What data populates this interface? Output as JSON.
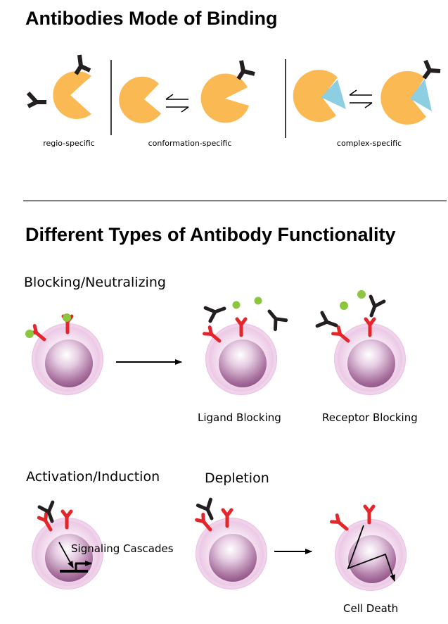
{
  "binding_section": {
    "title": "Antibodies Mode of Binding",
    "captions": {
      "regio": "regio-specific",
      "conformation": "conformation-specific",
      "complex": "complex-specific"
    }
  },
  "functionality_section": {
    "title": "Different Types of Antibody Functionality",
    "blocking": {
      "heading": "Blocking/Neutralizing",
      "ligand_label": "Ligand Blocking",
      "receptor_label": "Receptor Blocking"
    },
    "activation": {
      "heading": "Activation/Induction",
      "signal_label": "Signaling Cascades"
    },
    "depletion": {
      "heading": "Depletion",
      "death_label": "Cell Death"
    }
  },
  "colors": {
    "protein": "#fbb954",
    "complex_partner": "#8ccfe2",
    "receptor": "#e4262b",
    "ligand": "#8cc63f",
    "antibody": "#231f20",
    "cell_outer": "#f3dcef",
    "nucleus": "#a0669c"
  }
}
